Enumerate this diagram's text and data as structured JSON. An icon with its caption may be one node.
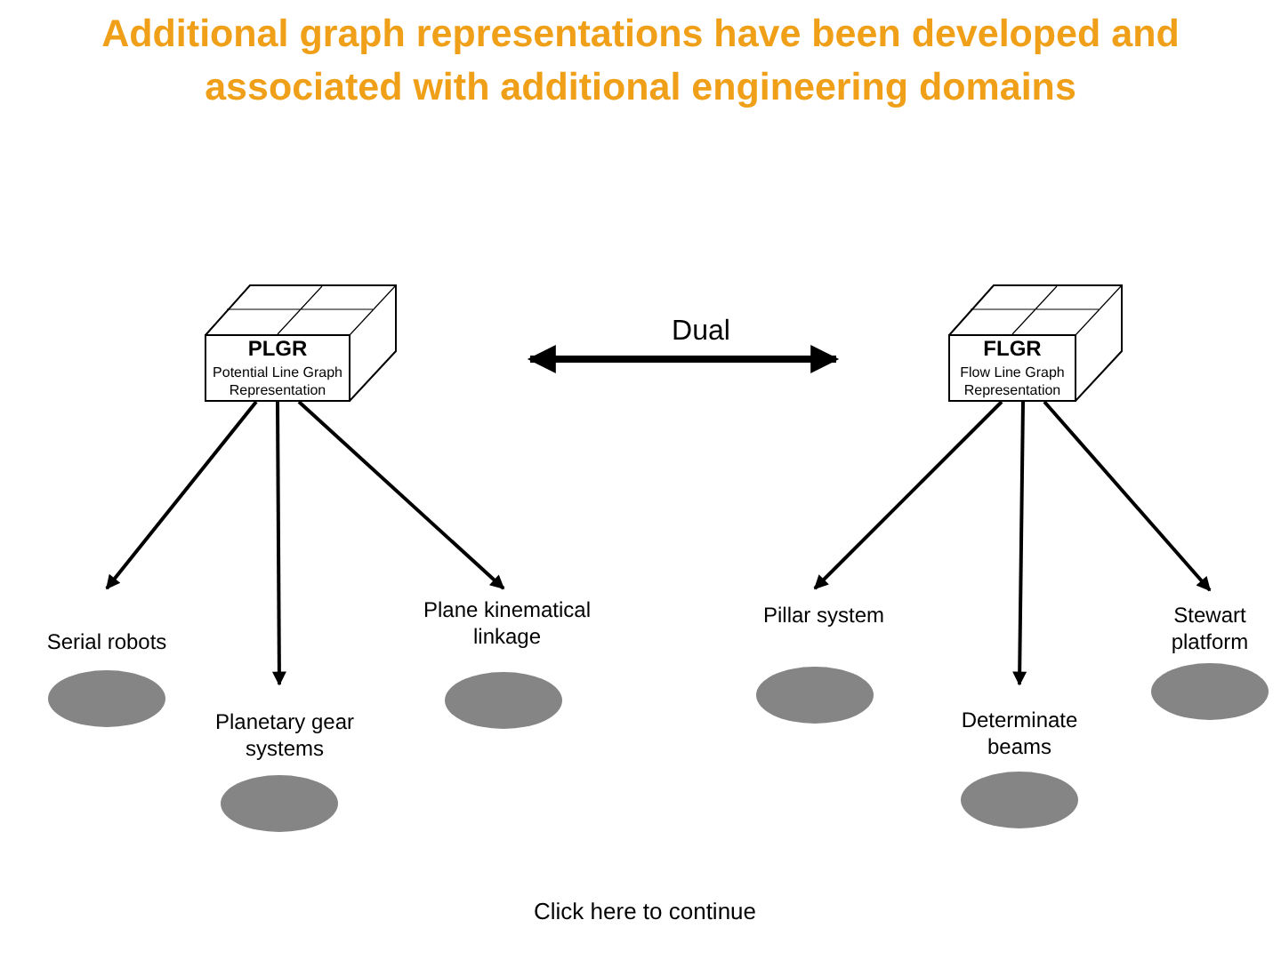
{
  "diagram": {
    "title": "Additional graph representations have been developed and associated with additional engineering domains",
    "nodes": [
      {
        "text": [
          "PLGR",
          "Potential Line Graph Representation"
        ]
      },
      {
        "text": [
          "FLGR",
          "Flow Line Graph Representation"
        ]
      },
      {
        "text": [
          "Serial robots"
        ]
      },
      {
        "text": [
          "Planetary gear systems"
        ]
      },
      {
        "text": [
          "Plane kinematical linkage"
        ]
      },
      {
        "text": [
          "Pillar system"
        ]
      },
      {
        "text": [
          "Determinate beams"
        ]
      },
      {
        "text": [
          "Stewart platform"
        ]
      }
    ],
    "edges": [
      {
        "from": 0,
        "to": 1,
        "arrow": "both",
        "label": "Dual",
        "style": "thick"
      },
      {
        "from": 0,
        "to": 2,
        "arrow": "to"
      },
      {
        "from": 0,
        "to": 3,
        "arrow": "to"
      },
      {
        "from": 0,
        "to": 4,
        "arrow": "to"
      },
      {
        "from": 1,
        "to": 5,
        "arrow": "to"
      },
      {
        "from": 1,
        "to": 6,
        "arrow": "to"
      },
      {
        "from": 1,
        "to": 7,
        "arrow": "to"
      }
    ],
    "labels": [
      "Click here to continue"
    ]
  }
}
